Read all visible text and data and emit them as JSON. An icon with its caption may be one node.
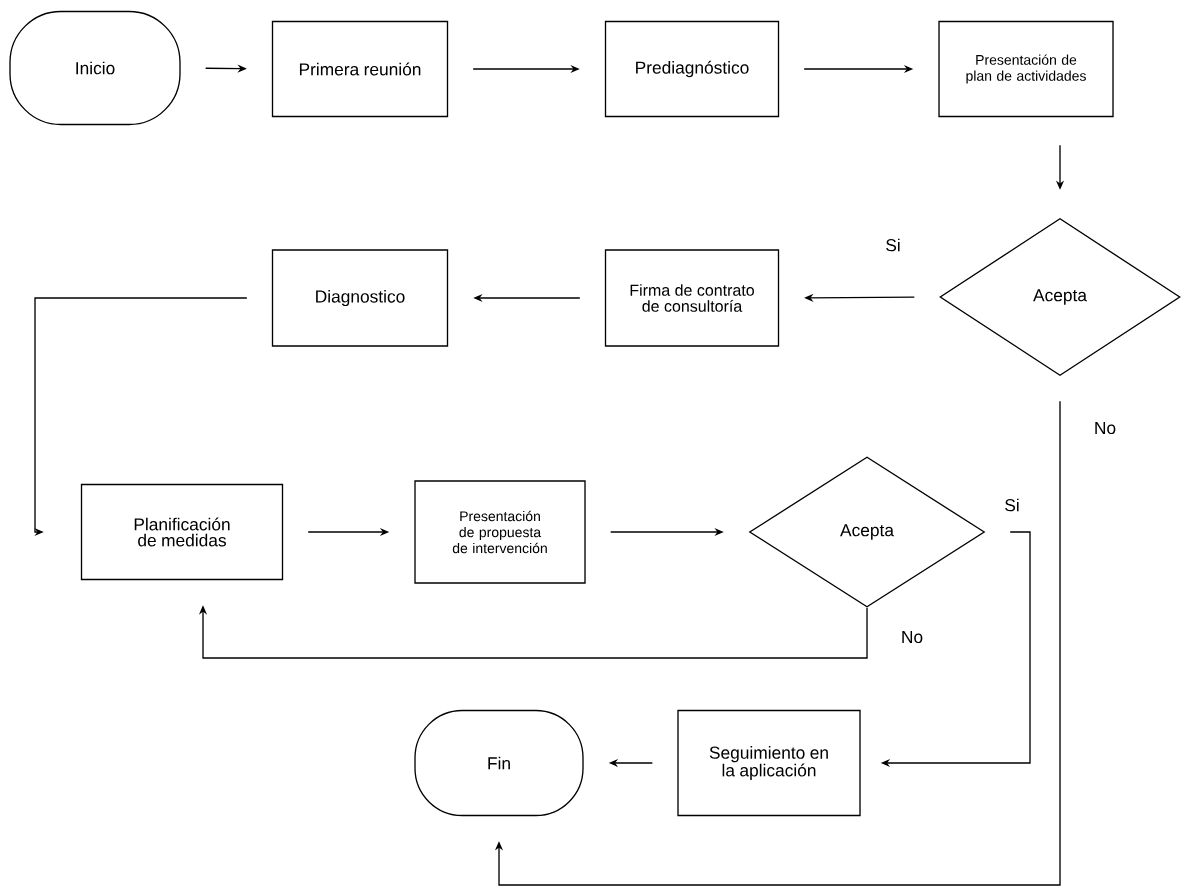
{
  "diagram": {
    "nodes": [
      {
        "text": [
          "Inicio"
        ]
      },
      {
        "text": [
          "Primera reunión"
        ]
      },
      {
        "text": [
          "Prediagnóstico"
        ]
      },
      {
        "text": [
          "Presentación de plan de actividades"
        ]
      },
      {
        "text": [
          "Acepta"
        ]
      },
      {
        "text": [
          "Firma de contrato de consultoría"
        ]
      },
      {
        "text": [
          "Diagnostico"
        ]
      },
      {
        "text": [
          "Planificación de medidas"
        ]
      },
      {
        "text": [
          "Presentación de propuesta de intervención"
        ]
      },
      {
        "text": [
          "Acepta"
        ]
      },
      {
        "text": [
          "Seguimiento en la aplicación"
        ]
      },
      {
        "text": [
          "Fin"
        ]
      }
    ],
    "edges": [
      {
        "from": 0,
        "to": 1,
        "arrow": "to"
      },
      {
        "from": 1,
        "to": 2,
        "arrow": "to"
      },
      {
        "from": 2,
        "to": 3,
        "arrow": "to"
      },
      {
        "from": 3,
        "to": 4,
        "arrow": "to"
      },
      {
        "from": 4,
        "to": 5,
        "arrow": "to",
        "label": "Si"
      },
      {
        "from": 5,
        "to": 6,
        "arrow": "to"
      },
      {
        "from": 6,
        "to": 7,
        "arrow": "to"
      },
      {
        "from": 7,
        "to": 8,
        "arrow": "to"
      },
      {
        "from": 8,
        "to": 9,
        "arrow": "to"
      },
      {
        "from": 9,
        "to": 10,
        "arrow": "to",
        "label": "Si"
      },
      {
        "from": 9,
        "to": 7,
        "arrow": "to",
        "label": "No"
      },
      {
        "from": 10,
        "to": 11,
        "arrow": "to"
      },
      {
        "from": 4,
        "to": 11,
        "arrow": "to",
        "label": "No"
      }
    ]
  }
}
